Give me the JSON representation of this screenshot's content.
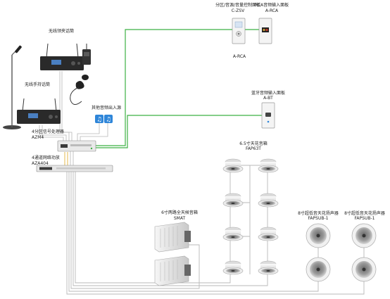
{
  "colors": {
    "accent_line": "#3cb043",
    "cable": "#b8b8b8",
    "device_dark": "#2a2a2a",
    "panel": "#f4f4f4"
  },
  "labels": {
    "wireless_receiver": "无线领夹话筒",
    "wireless_handheld": "无线手持话筒",
    "other_audio": "其他音频出入源",
    "processor_line1": "4分区信号处理器",
    "processor_line2": "AZM4",
    "amp_line1": "4通道网络功放",
    "amp_line2": "AZA404",
    "zone_panel_line1": "分区/音源/音量控制面板",
    "zone_panel_line2": "C-ZSV",
    "rca_panel_line1": "RCA音频输入面板",
    "rca_panel_line2": "A-RCA",
    "rca_bottom": "A-RCA",
    "bt_panel_line1": "蓝牙音频输入面板",
    "bt_panel_line2": "A-BT",
    "ceiling_spk_line1": "6.5寸天花音箱",
    "ceiling_spk_line2": "FAP63T",
    "wall_spk_line1": "6寸两路全天候音箱",
    "wall_spk_line2": "SMAT",
    "sub1_line1": "8寸超低音天花扬声器",
    "sub1_line2": "FAPSUB-1",
    "sub2_line1": "8寸超低音天花扬声器",
    "sub2_line2": "FAPSUB-1"
  }
}
